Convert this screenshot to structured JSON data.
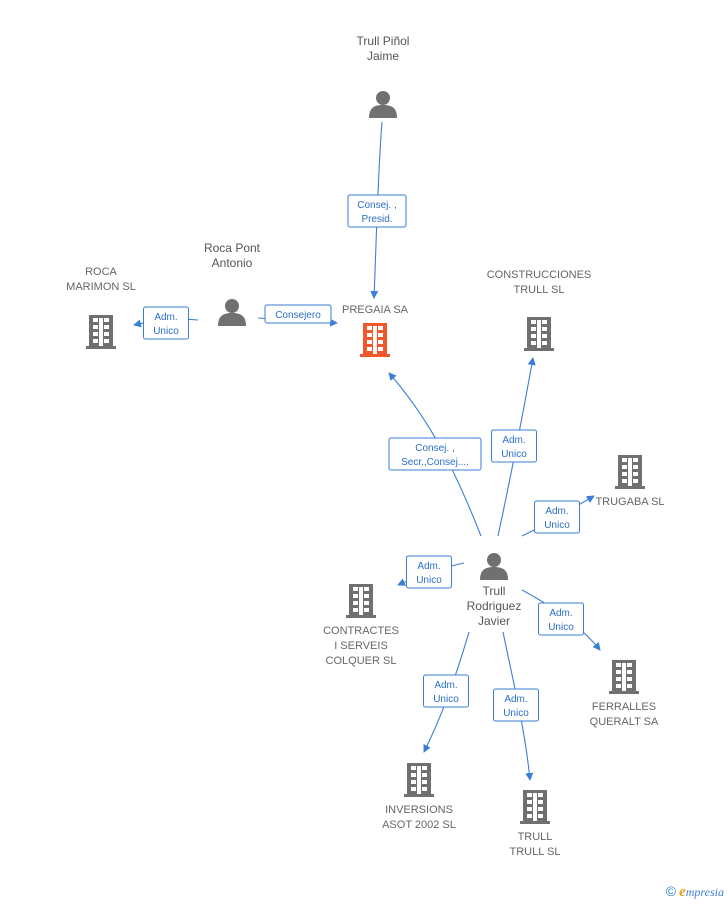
{
  "colors": {
    "company": "#707070",
    "company_highlight": "#f0572a",
    "person": "#707070",
    "edge": "#3a7fd5",
    "label": "#666666"
  },
  "nodes": [
    {
      "id": "trull_pinol",
      "type": "person",
      "lines": [
        "Trull Piñol",
        "Jaime"
      ]
    },
    {
      "id": "roca_pont",
      "type": "person",
      "lines": [
        "Roca Pont",
        "Antonio"
      ]
    },
    {
      "id": "roca_marimon",
      "type": "company",
      "lines": [
        "ROCA",
        "MARIMON SL"
      ]
    },
    {
      "id": "pregaia",
      "type": "company",
      "highlight": true,
      "lines": [
        "PREGAIA SA"
      ]
    },
    {
      "id": "construcciones",
      "type": "company",
      "lines": [
        "CONSTRUCCIONES",
        "TRULL SL"
      ]
    },
    {
      "id": "trugaba",
      "type": "company",
      "lines": [
        "TRUGABA SL"
      ]
    },
    {
      "id": "trull_rodriguez",
      "type": "person",
      "lines": [
        "Trull",
        "Rodriguez",
        "Javier"
      ]
    },
    {
      "id": "contractes",
      "type": "company",
      "lines": [
        "CONTRACTES",
        "I SERVEIS",
        "COLQUER SL"
      ]
    },
    {
      "id": "ferralles",
      "type": "company",
      "lines": [
        "FERRALLES",
        "QUERALT SA"
      ]
    },
    {
      "id": "inversions",
      "type": "company",
      "lines": [
        "INVERSIONS",
        "ASOT 2002 SL"
      ]
    },
    {
      "id": "trull_sl",
      "type": "company",
      "lines": [
        "TRULL",
        "TRULL SL"
      ]
    }
  ],
  "edges": [
    {
      "from": "trull_pinol",
      "to": "pregaia",
      "lines": [
        "Consej. ,",
        "Presid."
      ]
    },
    {
      "from": "roca_pont",
      "to": "roca_marimon",
      "lines": [
        "Adm.",
        "Unico"
      ]
    },
    {
      "from": "roca_pont",
      "to": "pregaia",
      "lines": [
        "Consejero"
      ]
    },
    {
      "from": "trull_rodriguez",
      "to": "pregaia",
      "lines": [
        "Consej. ,",
        "Secr.,Consej...."
      ]
    },
    {
      "from": "trull_rodriguez",
      "to": "construcciones",
      "lines": [
        "Adm.",
        "Unico"
      ]
    },
    {
      "from": "trull_rodriguez",
      "to": "trugaba",
      "lines": [
        "Adm.",
        "Unico"
      ]
    },
    {
      "from": "trull_rodriguez",
      "to": "contractes",
      "lines": [
        "Adm.",
        "Unico"
      ]
    },
    {
      "from": "trull_rodriguez",
      "to": "ferralles",
      "lines": [
        "Adm.",
        "Unico"
      ]
    },
    {
      "from": "trull_rodriguez",
      "to": "inversions",
      "lines": [
        "Adm.",
        "Unico"
      ]
    },
    {
      "from": "trull_rodriguez",
      "to": "trull_sl",
      "lines": [
        "Adm.",
        "Unico"
      ]
    }
  ],
  "brand": {
    "copyright": "©",
    "initial": "e",
    "name": "mpresia"
  }
}
